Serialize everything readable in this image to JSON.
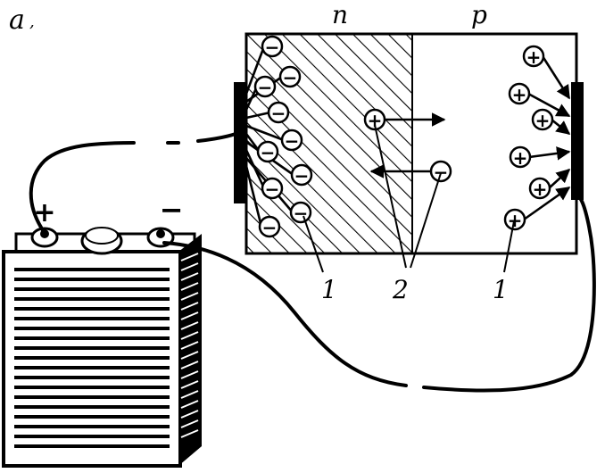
{
  "figure_label": "a",
  "regions": {
    "n": "n",
    "p": "p"
  },
  "battery": {
    "plus": "+",
    "minus": "−"
  },
  "callouts": {
    "left": "1",
    "middle": "2",
    "right": "1"
  },
  "ions": {
    "negative_symbol": "−",
    "positive_symbol": "+"
  },
  "colors": {
    "ink": "#000000",
    "paper": "#ffffff"
  }
}
